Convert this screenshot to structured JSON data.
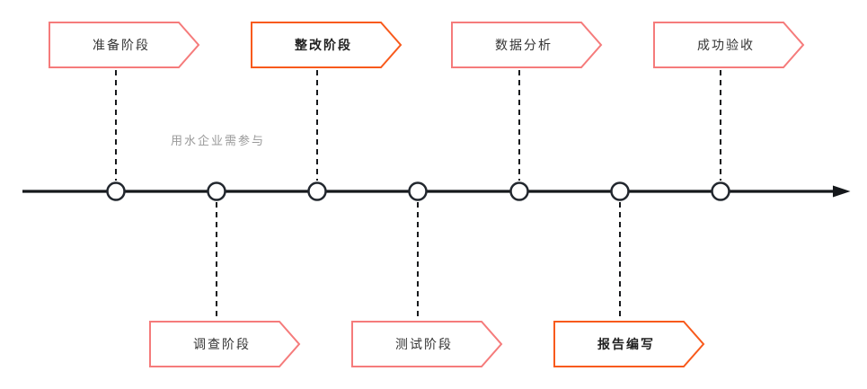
{
  "diagram": {
    "type": "timeline",
    "axis": {
      "direction": "left-to-right",
      "node_count": 7
    },
    "annotation": {
      "text": "用水企业需参与",
      "color": "#999999"
    },
    "stages_top": [
      {
        "label": "准备阶段",
        "highlighted": false,
        "node": 1
      },
      {
        "label": "整改阶段",
        "highlighted": true,
        "node": 3
      },
      {
        "label": "数据分析",
        "highlighted": false,
        "node": 5
      },
      {
        "label": "成功验收",
        "highlighted": false,
        "node": 7
      }
    ],
    "stages_bottom": [
      {
        "label": "调查阶段",
        "highlighted": false,
        "node": 2
      },
      {
        "label": "测试阶段",
        "highlighted": false,
        "node": 4
      },
      {
        "label": "报告编写",
        "highlighted": true,
        "node": 6
      }
    ],
    "colors": {
      "stage_border": "#f57b7b",
      "stage_border_highlight": "#f85a1c",
      "axis": "#15181b",
      "annotation_text": "#999999",
      "label_text": "#333333"
    }
  }
}
